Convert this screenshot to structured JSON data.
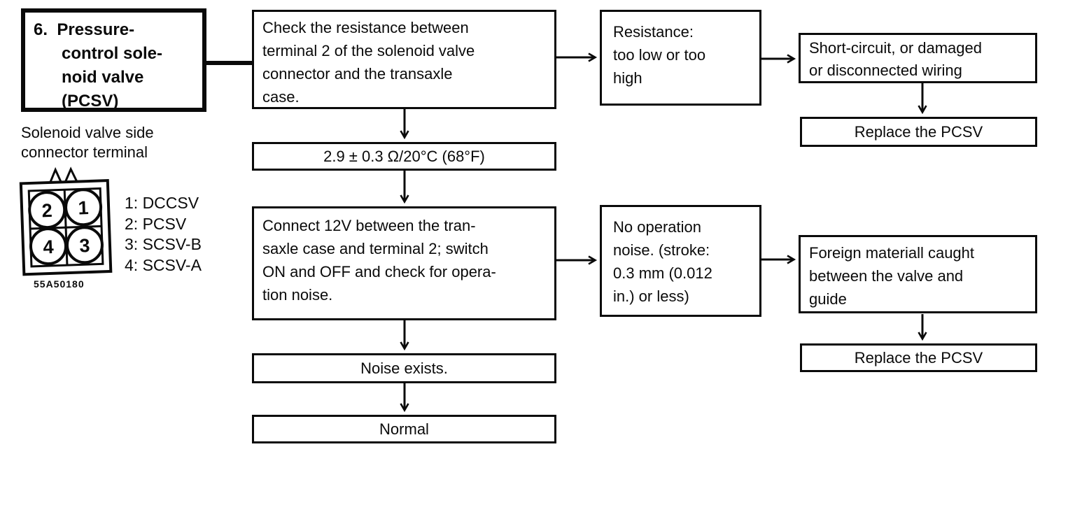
{
  "colors": {
    "ink": "#0a0a0a",
    "paper": "#ffffff"
  },
  "title_box": {
    "lines": [
      "6.  Pressure-",
      "control sole-",
      "noid valve",
      "(PCSV)"
    ]
  },
  "side_note": {
    "lines": [
      "Solenoid valve side",
      "connector terminal"
    ]
  },
  "connector": {
    "terminals": [
      "2",
      "1",
      "4",
      "3"
    ],
    "legend": [
      "1: DCCSV",
      "2: PCSV",
      "3: SCSV-B",
      "4: SCSV-A"
    ],
    "figure_code": "55A50180"
  },
  "steps": {
    "check_resistance": {
      "lines": [
        "Check the resistance between",
        "terminal 2 of the solenoid valve",
        "connector and the transaxle",
        "case."
      ]
    },
    "resistance_spec": {
      "text": "2.9 ± 0.3 Ω/20°C (68°F)"
    },
    "connect_12v": {
      "lines": [
        "Connect 12V between the tran-",
        "saxle case and terminal 2; switch",
        "ON and OFF and check for opera-",
        "tion noise."
      ]
    },
    "noise_exists": {
      "text": "Noise exists."
    },
    "normal": {
      "text": "Normal"
    }
  },
  "faults": {
    "resistance_bad": {
      "lines": [
        "Resistance:",
        "too low or too",
        "high"
      ]
    },
    "no_noise": {
      "lines": [
        "No operation",
        "noise. (stroke:",
        "0.3 mm (0.012",
        "in.) or less)"
      ]
    }
  },
  "causes": {
    "wiring": {
      "lines": [
        "Short-circuit, or damaged",
        "or disconnected wiring"
      ]
    },
    "foreign_material": {
      "lines": [
        "Foreign materiall caught",
        "between the valve and",
        "guide"
      ]
    }
  },
  "actions": {
    "replace_top": {
      "text": "Replace the PCSV"
    },
    "replace_bottom": {
      "text": "Replace the PCSV"
    }
  }
}
